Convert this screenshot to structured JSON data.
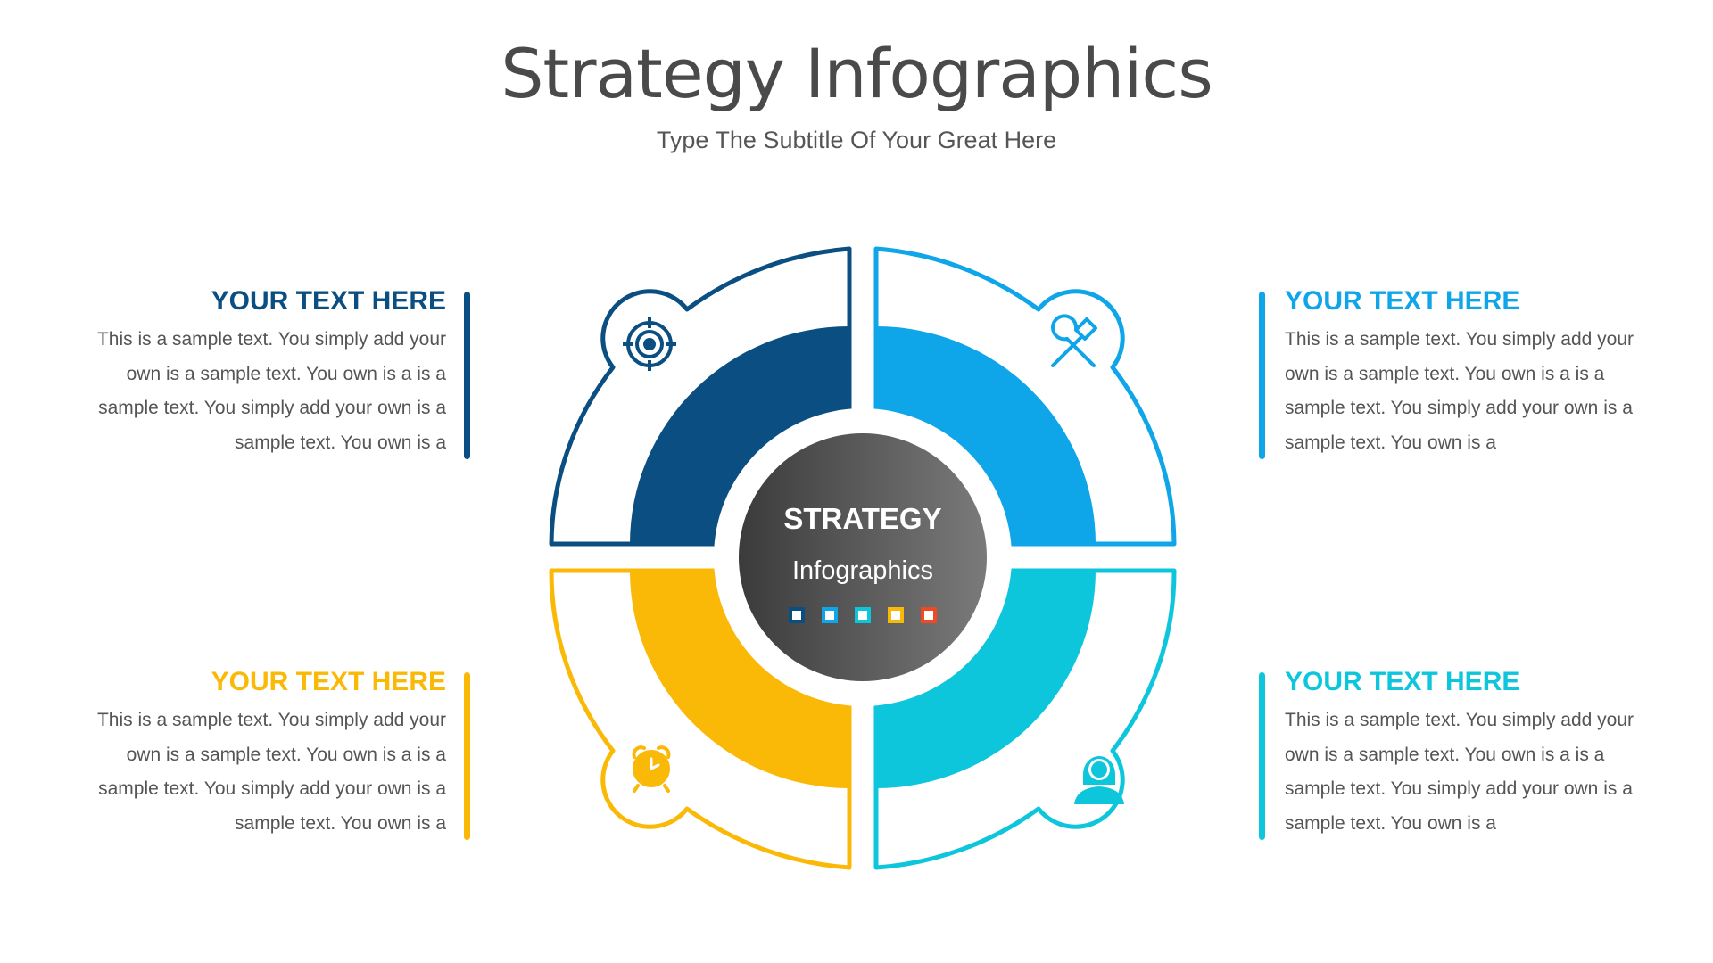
{
  "title": "Strategy Infographics",
  "subtitle": "Type The Subtitle Of Your Great Here",
  "center": {
    "title": "STRATEGY",
    "subtitle": "Infographics",
    "dot_colors": [
      "#0b4f82",
      "#0ea5e9",
      "#0ec6dc",
      "#fbb907",
      "#ef4a23"
    ]
  },
  "blocks": [
    {
      "id": "top-left",
      "heading": "YOUR TEXT HERE",
      "body": "This is a sample text. You simply add your own is a sample text. You own is a is a sample text. You simply add your own is a sample text. You own is a",
      "color": "#0b4f82",
      "icon": "target-icon"
    },
    {
      "id": "top-right",
      "heading": "YOUR TEXT HERE",
      "body": "This is a sample text. You simply add your own is a sample text. You own is a is a sample text. You simply add your own is a sample text. You own is a",
      "color": "#0ea5e9",
      "icon": "tools-icon"
    },
    {
      "id": "bottom-left",
      "heading": "YOUR TEXT HERE",
      "body": "This is a sample text. You simply add your own is a sample text. You own is a is a sample text. You simply add your own is a sample text. You own is a",
      "color": "#fbb907",
      "icon": "alarm-clock-icon"
    },
    {
      "id": "bottom-right",
      "heading": "YOUR TEXT HERE",
      "body": "This is a sample text. You simply add your own is a sample text. You own is a is a sample text. You simply add your own is a sample text. You own is a",
      "color": "#0ec6dc",
      "icon": "user-icon"
    }
  ]
}
